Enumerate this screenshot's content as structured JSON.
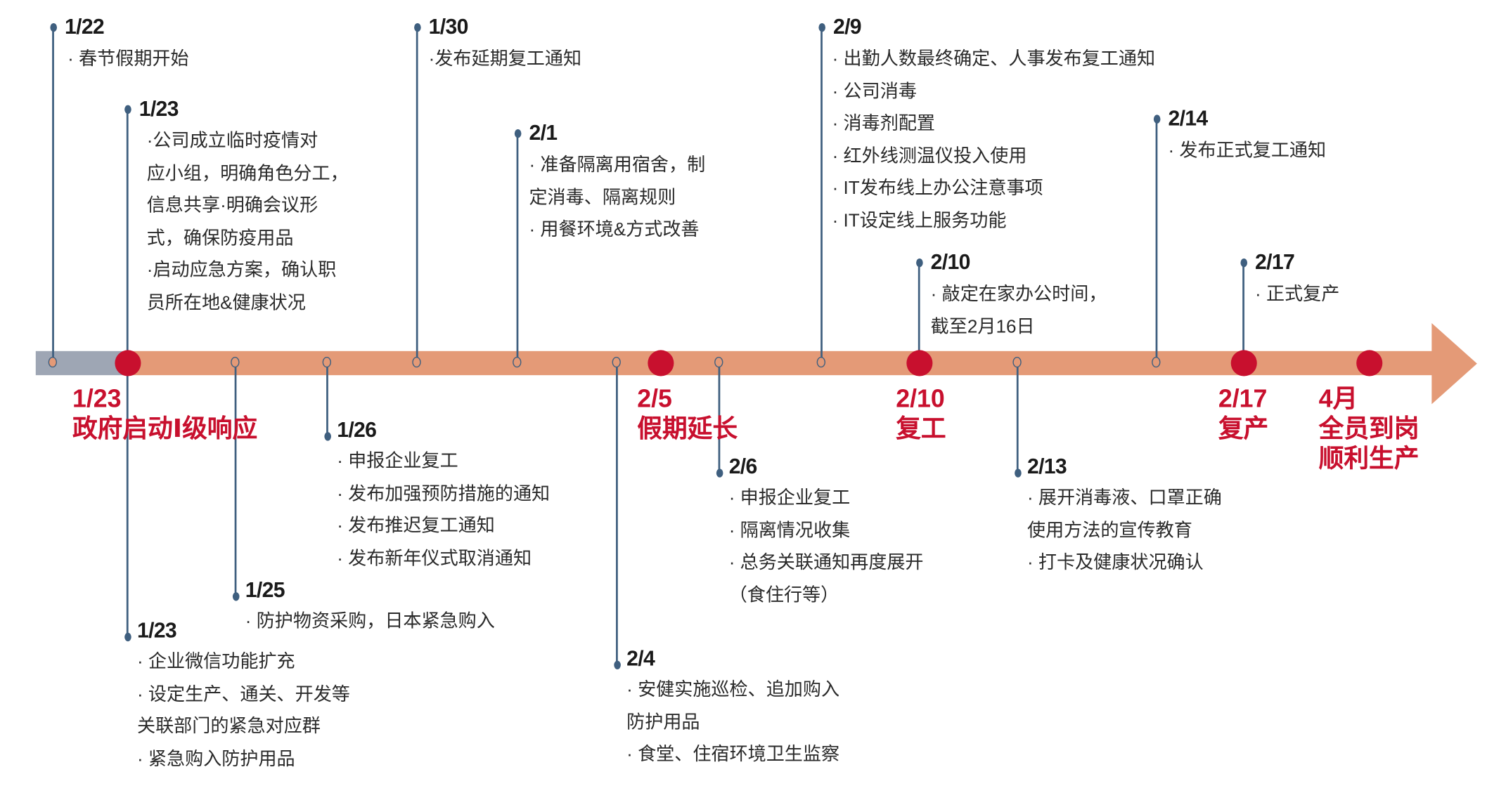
{
  "colors": {
    "axis_gray": "#9ea6b4",
    "axis_orange": "#e49a77",
    "milestone_red": "#c8102e",
    "stem_blue": "#3f5f7f"
  },
  "events_above": [
    {
      "date": "1/22",
      "lines": [
        "· 春节假期开始"
      ]
    },
    {
      "date": "1/23",
      "lines": [
        "·公司成立临时疫情对",
        "应小组，明确角色分工，",
        "信息共享·明确会议形",
        "式，确保防疫用品",
        "·启动应急方案，确认职",
        "员所在地&健康状况"
      ]
    },
    {
      "date": "1/30",
      "lines": [
        "·发布延期复工通知"
      ]
    },
    {
      "date": "2/1",
      "lines": [
        "·  准备隔离用宿舍，制",
        "定消毒、隔离规则",
        "· 用餐环境&方式改善"
      ]
    },
    {
      "date": "2/9",
      "lines": [
        "· 出勤人数最终确定、人事发布复工通知",
        "· 公司消毒",
        "· 消毒剂配置",
        "· 红外线测温仪投入使用",
        "· IT发布线上办公注意事项",
        "· IT设定线上服务功能"
      ]
    },
    {
      "date": "2/10",
      "lines": [
        "·  敲定在家办公时间，",
        "截至2月16日"
      ]
    },
    {
      "date": "2/14",
      "lines": [
        "· 发布正式复工通知"
      ]
    },
    {
      "date": "2/17",
      "lines": [
        "· 正式复产"
      ]
    }
  ],
  "events_below": [
    {
      "date": "1/23",
      "lines": [
        "· 企业微信功能扩充",
        "·  设定生产、通关、开发等",
        "关联部门的紧急对应群",
        "· 紧急购入防护用品"
      ]
    },
    {
      "date": "1/25",
      "lines": [
        "· 防护物资采购，日本紧急购入"
      ]
    },
    {
      "date": "1/26",
      "lines": [
        "· 申报企业复工",
        "· 发布加强预防措施的通知",
        "· 发布推迟复工通知",
        "· 发布新年仪式取消通知"
      ]
    },
    {
      "date": "2/4",
      "lines": [
        "·  安健实施巡检、追加购入",
        "防护用品",
        "· 食堂、住宿环境卫生监察"
      ]
    },
    {
      "date": "2/6",
      "lines": [
        "· 申报企业复工",
        "· 隔离情况收集",
        "·  总务关联通知再度展开",
        "（食住行等）"
      ]
    },
    {
      "date": "2/13",
      "lines": [
        "·  展开消毒液、口罩正确",
        "使用方法的宣传教育",
        "· 打卡及健康状况确认"
      ]
    }
  ],
  "milestones": [
    {
      "date": "1/23",
      "lines": [
        "政府启动Ⅰ级响应"
      ]
    },
    {
      "date": "2/5",
      "lines": [
        "假期延长"
      ]
    },
    {
      "date": "2/10",
      "lines": [
        "复工"
      ]
    },
    {
      "date": "2/17",
      "lines": [
        "复产"
      ]
    },
    {
      "date": "4月",
      "lines": [
        "全员到岗",
        "顺利生产"
      ]
    }
  ]
}
